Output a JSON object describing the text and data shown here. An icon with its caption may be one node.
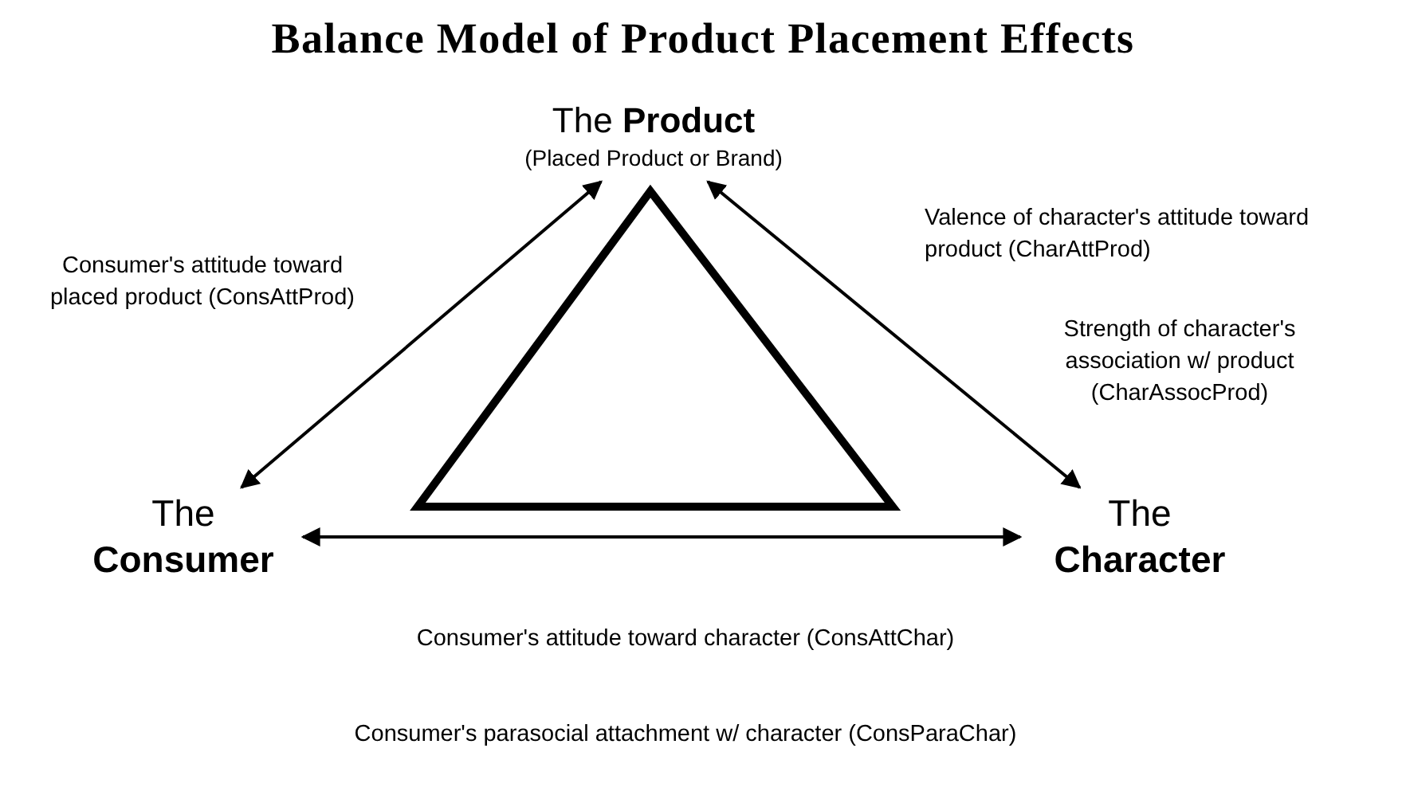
{
  "diagram": {
    "title": "Balance Model of Product Placement Effects",
    "nodes": [
      {
        "text": [
          "The **Product**",
          "(Placed Product or Brand)"
        ]
      },
      {
        "text": [
          "The **Consumer**"
        ]
      },
      {
        "text": [
          "The **Character**"
        ]
      }
    ],
    "edges": [
      {
        "from": 1,
        "to": 0,
        "arrow": "both"
      },
      {
        "from": 0,
        "to": 2,
        "arrow": "both"
      },
      {
        "from": 1,
        "to": 2,
        "arrow": "both"
      }
    ],
    "labels": [
      "Consumer's attitude toward placed product (ConsAttProd)",
      "Valence of character's attitude toward product (CharAttProd)",
      "Strength of character's association w/ product (CharAssocProd)",
      "Consumer's attitude toward character (ConsAttChar)",
      "Consumer's parasocial attachment w/ character (ConsParaChar)"
    ]
  }
}
